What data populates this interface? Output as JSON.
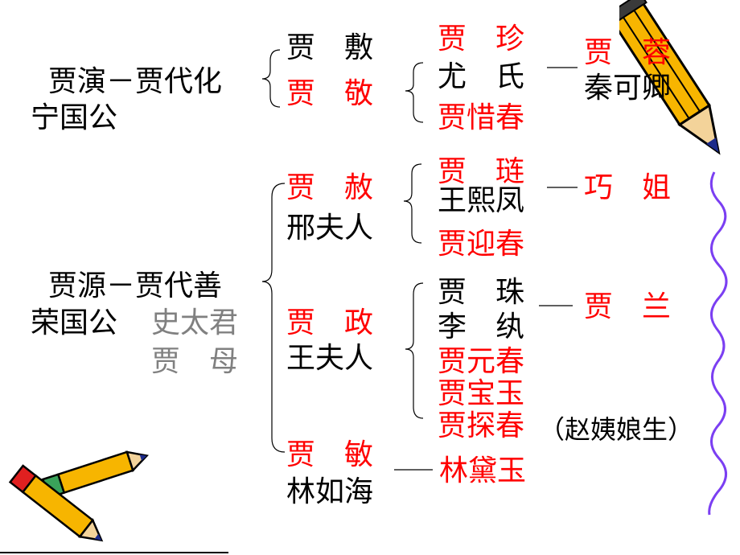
{
  "colors": {
    "highlight": "#ff0000",
    "normal": "#000000",
    "muted": "#808080",
    "wave": "#7b3ff2"
  },
  "ningguo": {
    "line1": "贾演－贾代化",
    "line2": "宁国公",
    "she": {
      "name": "贾　敷"
    },
    "jing": {
      "name": "贾　敬"
    },
    "zhen": {
      "name": "贾　珍"
    },
    "you": {
      "name": "尤　氏"
    },
    "xichun": {
      "name": "贾惜春"
    },
    "rong": {
      "name": "贾　蓉"
    },
    "qin": {
      "name": "秦可卿"
    }
  },
  "rongguo": {
    "line1": "贾源－贾代善",
    "line2": "荣国公",
    "wife1": "史太君",
    "wife2": "贾　母",
    "she": {
      "name": "贾　赦",
      "wife": "邢夫人"
    },
    "lian": {
      "name": "贾　琏",
      "wife": "王熙凤"
    },
    "yingchun": "贾迎春",
    "qiaojie": "巧　姐",
    "zheng": {
      "name": "贾　政",
      "wife": "王夫人"
    },
    "zhu": {
      "name": "贾　珠",
      "wife": "李　纨"
    },
    "yuanchun": "贾元春",
    "baoyu": "贾宝玉",
    "tanchun": "贾探春",
    "tanchun_note": "（赵姨娘生）",
    "lan": "贾　兰",
    "min": {
      "name": "贾　敏",
      "husband": "林如海"
    },
    "daiyu": "林黛玉"
  }
}
